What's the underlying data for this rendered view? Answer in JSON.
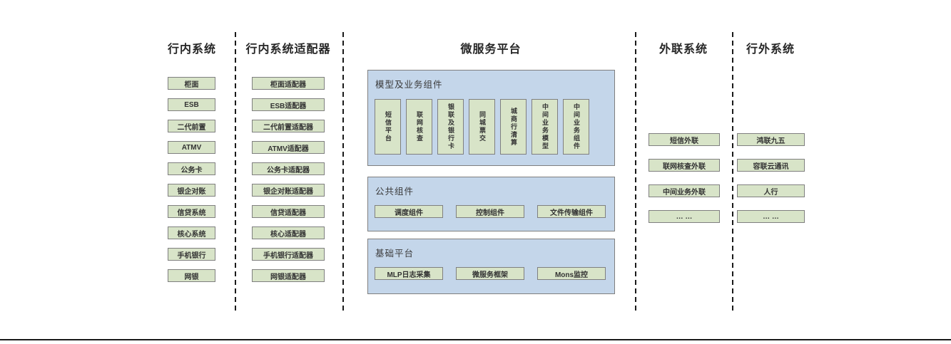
{
  "diagram": {
    "headers": {
      "internal": "行内系统",
      "adapter": "行内系统适配器",
      "platform": "微服务平台",
      "outreach": "外联系统",
      "external": "行外系统"
    },
    "internal_boxes": [
      "柜面",
      "ESB",
      "二代前置",
      "ATMV",
      "公务卡",
      "银企对账",
      "信贷系统",
      "核心系统",
      "手机银行",
      "网银"
    ],
    "adapter_boxes": [
      "柜面适配器",
      "ESB适配器",
      "二代前置适配器",
      "ATMV适配器",
      "公务卡适配器",
      "银企对账适配器",
      "信贷适配器",
      "核心适配器",
      "手机银行适配器",
      "网银适配器"
    ],
    "platform_panels": {
      "model": {
        "label": "模型及业务组件",
        "boxes": [
          "短信平台",
          "联网核查",
          "银联及银行卡",
          "同城票交",
          "城商行清算",
          "中间业务模型",
          "中间业务组件"
        ]
      },
      "common": {
        "label": "公共组件",
        "boxes": [
          "调度组件",
          "控制组件",
          "文件传输组件"
        ]
      },
      "base": {
        "label": "基础平台",
        "boxes": [
          "MLP日志采集",
          "微服务框架",
          "Mons监控"
        ]
      }
    },
    "outreach_boxes": [
      "短信外联",
      "联网核查外联",
      "中间业务外联",
      "… …"
    ],
    "external_boxes": [
      "鸿联九五",
      "容联云通讯",
      "人行",
      "… …"
    ]
  },
  "colors": {
    "box_fill": "#d8e4c8",
    "box_border": "#7f7f7f",
    "panel_fill": "#c4d6ea",
    "panel_border": "#7f7f7f",
    "line": "#1a1a1a"
  }
}
